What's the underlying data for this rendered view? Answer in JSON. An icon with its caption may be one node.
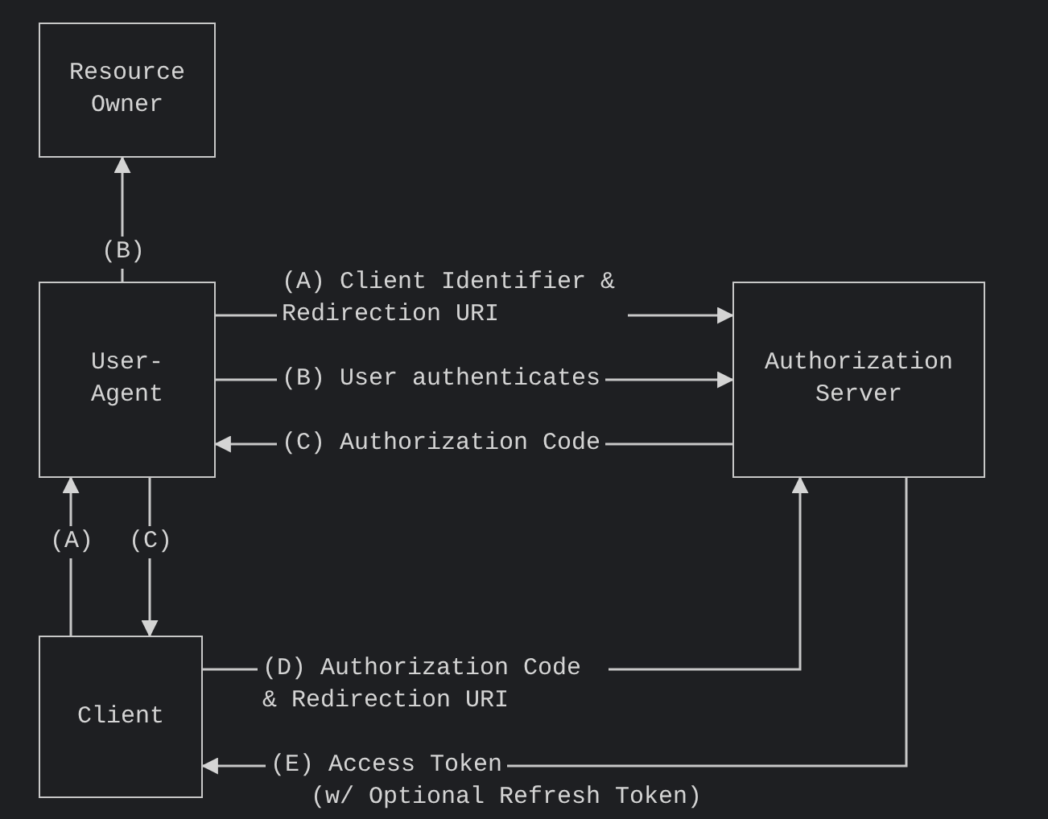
{
  "diagram": {
    "nodes": [
      {
        "text": [
          "Resource Owner"
        ]
      },
      {
        "text": [
          "User-Agent"
        ]
      },
      {
        "text": [
          "Authorization Server"
        ]
      },
      {
        "text": [
          "Client"
        ]
      }
    ],
    "edges": [
      {
        "from": 1,
        "to": 0,
        "arrow": "to",
        "label": "(B)"
      },
      {
        "from": 1,
        "to": 2,
        "arrow": "to",
        "label": "(A) Client Identifier & Redirection URI"
      },
      {
        "from": 1,
        "to": 2,
        "arrow": "to",
        "label": "(B) User authenticates"
      },
      {
        "from": 2,
        "to": 1,
        "arrow": "to",
        "label": "(C) Authorization Code"
      },
      {
        "from": 3,
        "to": 1,
        "arrow": "to",
        "label": "(A)"
      },
      {
        "from": 1,
        "to": 3,
        "arrow": "to",
        "label": "(C)"
      },
      {
        "from": 3,
        "to": 2,
        "arrow": "to",
        "label": "(D) Authorization Code & Redirection URI"
      },
      {
        "from": 2,
        "to": 3,
        "arrow": "to",
        "label": "(E) Access Token"
      }
    ],
    "labels": [
      "(w/ Optional Refresh Token)"
    ]
  }
}
